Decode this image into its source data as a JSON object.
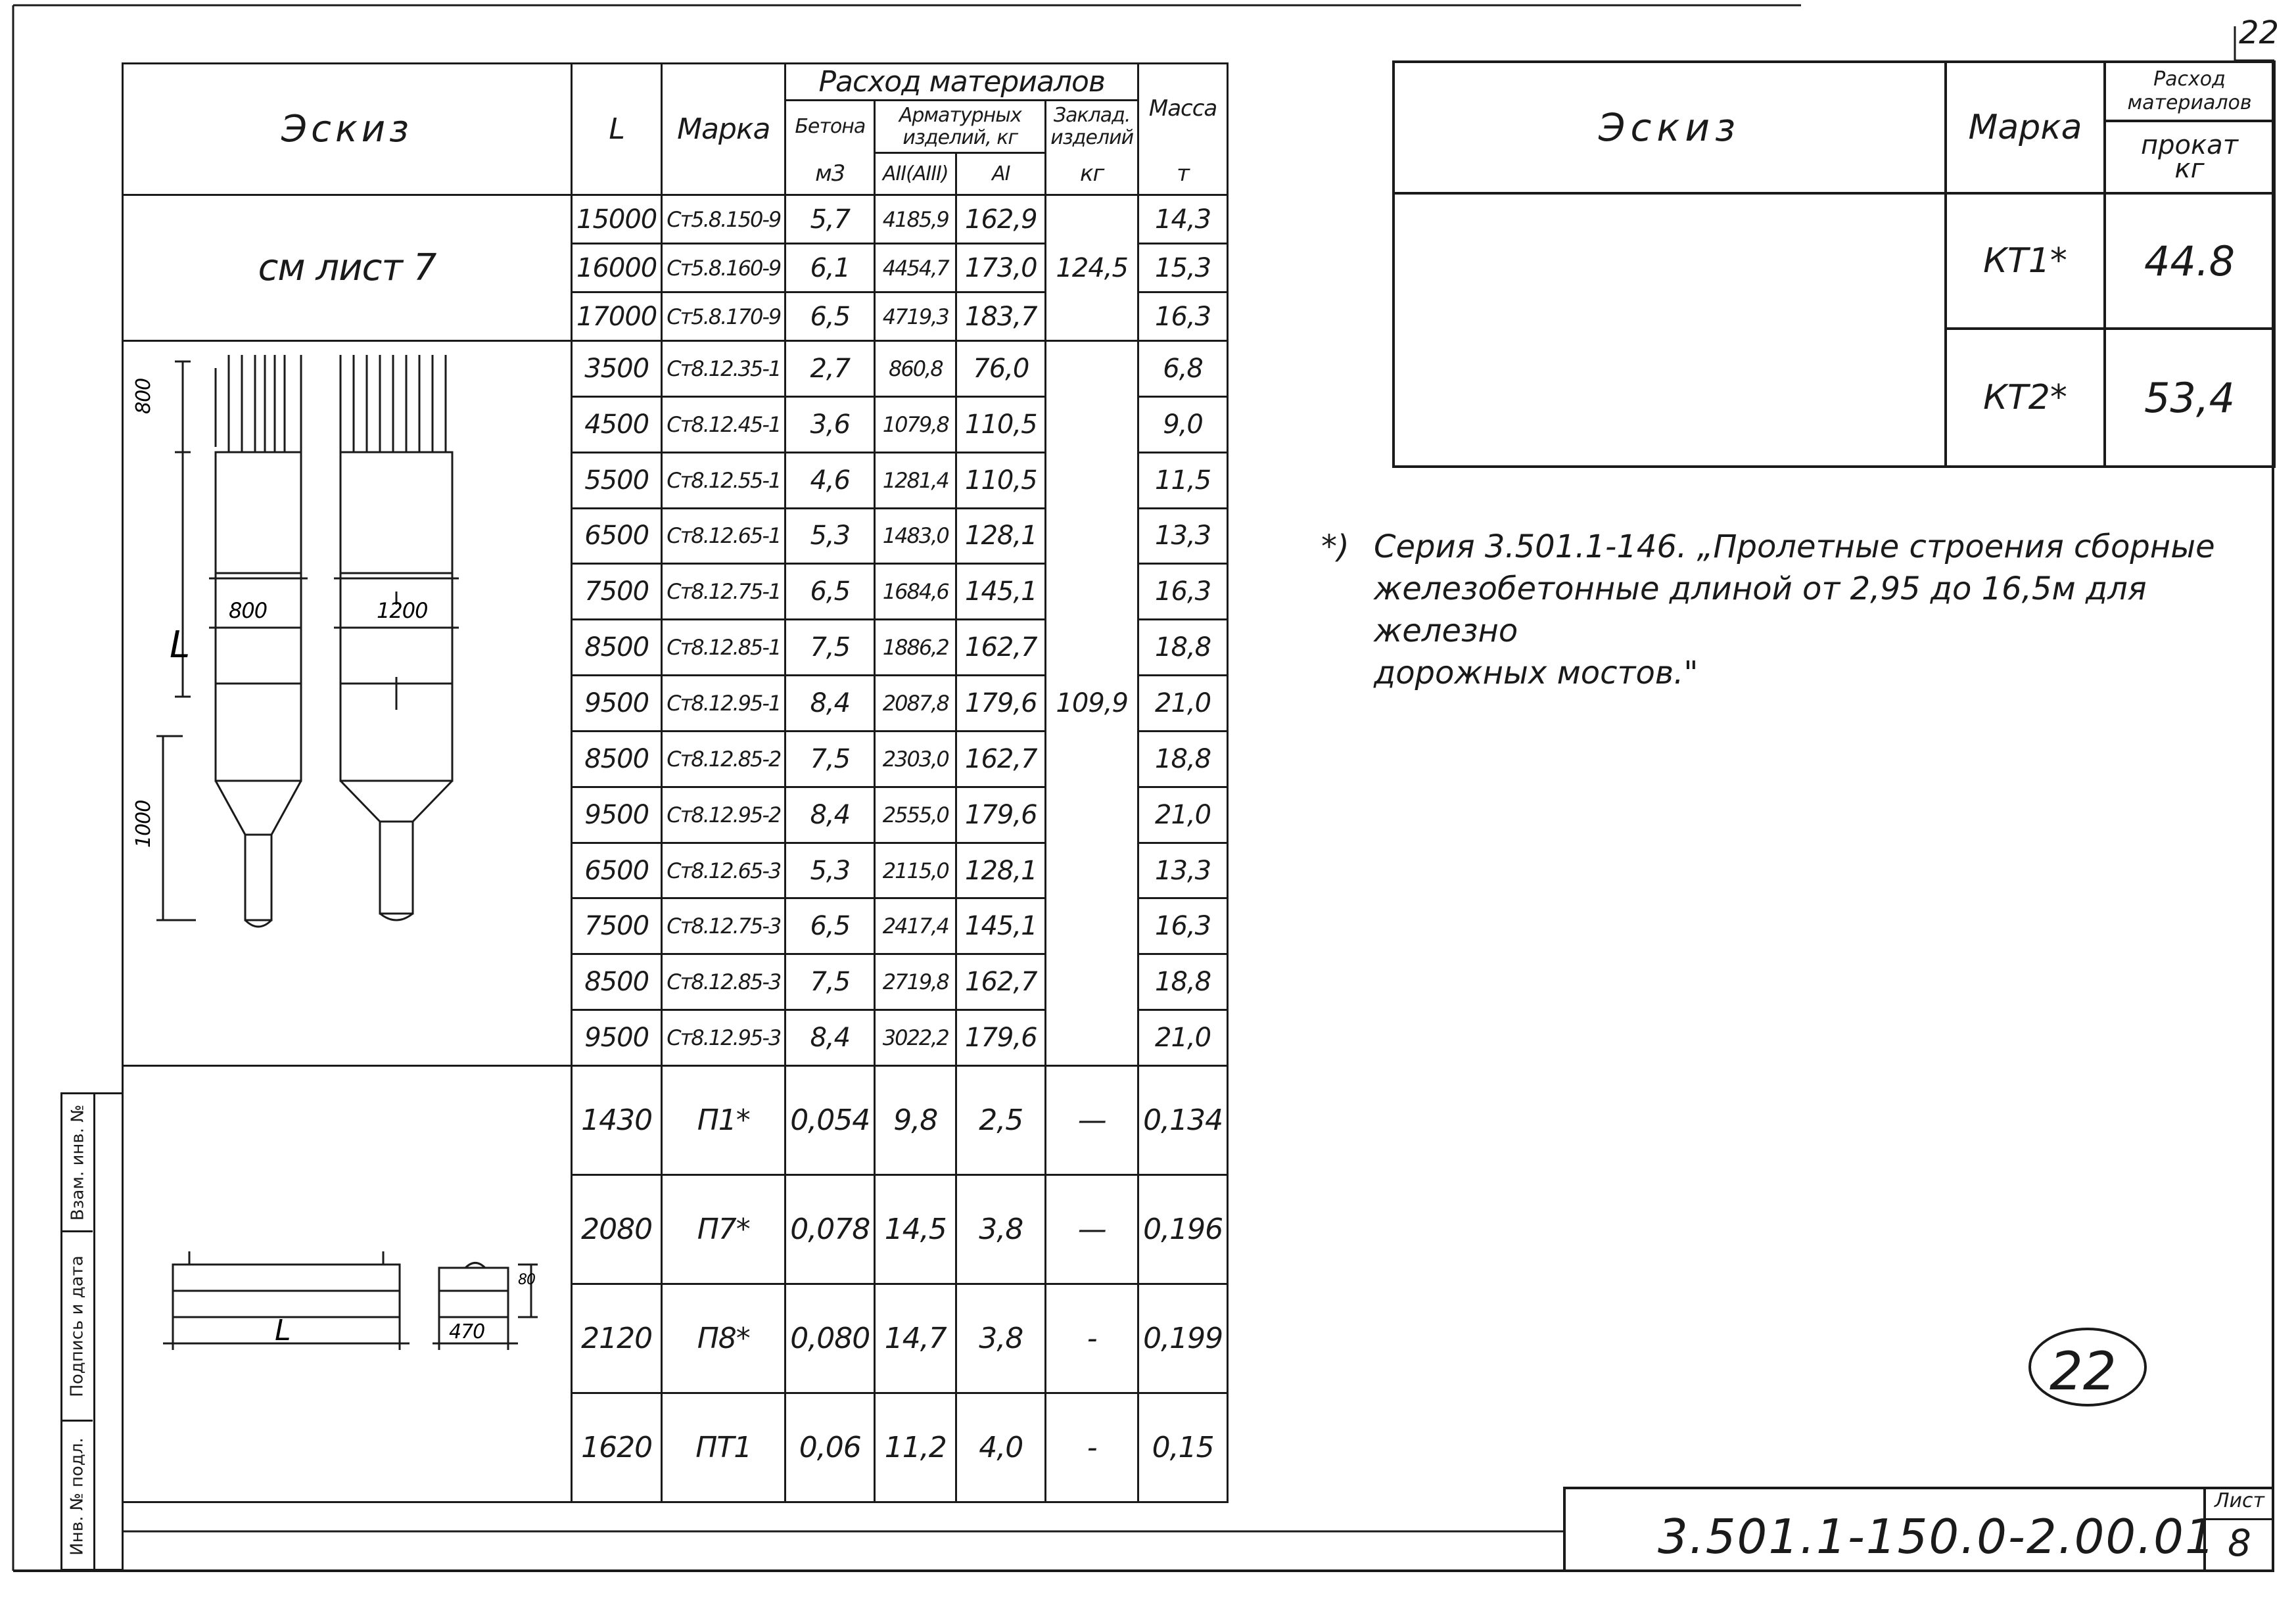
{
  "corner_page": "22",
  "left": {
    "header": {
      "eskiz": "Эскиз",
      "l": "L",
      "marka": "Марка",
      "rashod": "Расход материалов",
      "betona": "Бетона",
      "betona_unit": "м3",
      "armatura": "Арматурных изделий, кг",
      "zaklad": "Заклад. изделий",
      "zaklad_unit": "кг",
      "a2": "АII(АIII)",
      "a1": "АI",
      "massa": "Масса",
      "massa_unit": "т"
    },
    "group1_sketch": "см лист 7",
    "group1_zaklad": "124,5",
    "group1": [
      {
        "l": "15000",
        "marka": "Ст5.8.150-9",
        "beton": "5,7",
        "a2": "4185,9",
        "a1": "162,9",
        "massa": "14,3"
      },
      {
        "l": "16000",
        "marka": "Ст5.8.160-9",
        "beton": "6,1",
        "a2": "4454,7",
        "a1": "173,0",
        "massa": "15,3"
      },
      {
        "l": "17000",
        "marka": "Ст5.8.170-9",
        "beton": "6,5",
        "a2": "4719,3",
        "a1": "183,7",
        "massa": "16,3"
      }
    ],
    "group2_zaklad": "109,9",
    "group2_dims": {
      "top": "800",
      "w1": "800",
      "w2": "1200",
      "l": "L",
      "bot": "1000"
    },
    "group2": [
      {
        "l": "3500",
        "marka": "Ст8.12.35-1",
        "beton": "2,7",
        "a2": "860,8",
        "a1": "76,0",
        "massa": "6,8"
      },
      {
        "l": "4500",
        "marka": "Ст8.12.45-1",
        "beton": "3,6",
        "a2": "1079,8",
        "a1": "110,5",
        "massa": "9,0"
      },
      {
        "l": "5500",
        "marka": "Ст8.12.55-1",
        "beton": "4,6",
        "a2": "1281,4",
        "a1": "110,5",
        "massa": "11,5"
      },
      {
        "l": "6500",
        "marka": "Ст8.12.65-1",
        "beton": "5,3",
        "a2": "1483,0",
        "a1": "128,1",
        "massa": "13,3"
      },
      {
        "l": "7500",
        "marka": "Ст8.12.75-1",
        "beton": "6,5",
        "a2": "1684,6",
        "a1": "145,1",
        "massa": "16,3"
      },
      {
        "l": "8500",
        "marka": "Ст8.12.85-1",
        "beton": "7,5",
        "a2": "1886,2",
        "a1": "162,7",
        "massa": "18,8"
      },
      {
        "l": "9500",
        "marka": "Ст8.12.95-1",
        "beton": "8,4",
        "a2": "2087,8",
        "a1": "179,6",
        "massa": "21,0"
      },
      {
        "l": "8500",
        "marka": "Ст8.12.85-2",
        "beton": "7,5",
        "a2": "2303,0",
        "a1": "162,7",
        "massa": "18,8"
      },
      {
        "l": "9500",
        "marka": "Ст8.12.95-2",
        "beton": "8,4",
        "a2": "2555,0",
        "a1": "179,6",
        "massa": "21,0"
      },
      {
        "l": "6500",
        "marka": "Ст8.12.65-3",
        "beton": "5,3",
        "a2": "2115,0",
        "a1": "128,1",
        "massa": "13,3"
      },
      {
        "l": "7500",
        "marka": "Ст8.12.75-3",
        "beton": "6,5",
        "a2": "2417,4",
        "a1": "145,1",
        "massa": "16,3"
      },
      {
        "l": "8500",
        "marka": "Ст8.12.85-3",
        "beton": "7,5",
        "a2": "2719,8",
        "a1": "162,7",
        "massa": "18,8"
      },
      {
        "l": "9500",
        "marka": "Ст8.12.95-3",
        "beton": "8,4",
        "a2": "3022,2",
        "a1": "179,6",
        "massa": "21,0"
      }
    ],
    "group3_dims": {
      "l": "L",
      "w": "470",
      "h": "80"
    },
    "group3": [
      {
        "l": "1430",
        "marka": "П1*",
        "beton": "0,054",
        "a2": "9,8",
        "a1": "2,5",
        "zaklad": "—",
        "massa": "0,134"
      },
      {
        "l": "2080",
        "marka": "П7*",
        "beton": "0,078",
        "a2": "14,5",
        "a1": "3,8",
        "zaklad": "—",
        "massa": "0,196"
      },
      {
        "l": "2120",
        "marka": "П8*",
        "beton": "0,080",
        "a2": "14,7",
        "a1": "3,8",
        "zaklad": "-",
        "massa": "0,199"
      },
      {
        "l": "1620",
        "marka": "ПТ1",
        "beton": "0,06",
        "a2": "11,2",
        "a1": "4,0",
        "zaklad": "-",
        "massa": "0,15"
      }
    ]
  },
  "right": {
    "eskiz": "Эскиз",
    "marka": "Марка",
    "rashod": "Расход материалов",
    "prokat": "прокат",
    "prokat_unit": "кг",
    "rows": [
      {
        "marka": "КТ1*",
        "value": "44.8"
      },
      {
        "marka": "КТ2*",
        "value": "53,4"
      }
    ]
  },
  "footnote": {
    "mark": "*)",
    "text_line1": "Серия 3.501.1-146. „Пролетные строения сборные",
    "text_line2": "железобетонные длиной от 2,95 до 16,5м для железно",
    "text_line3": "дорожных мостов.\""
  },
  "stamp": {
    "vzam": "Взам. инв. №",
    "podpis": "Подпись и дата",
    "inv": "Инв. № подл."
  },
  "doc_code": "3.501.1-150.0-2.00.01",
  "sheet_label": "Лист",
  "sheet_number": "8",
  "page_circle": "22"
}
